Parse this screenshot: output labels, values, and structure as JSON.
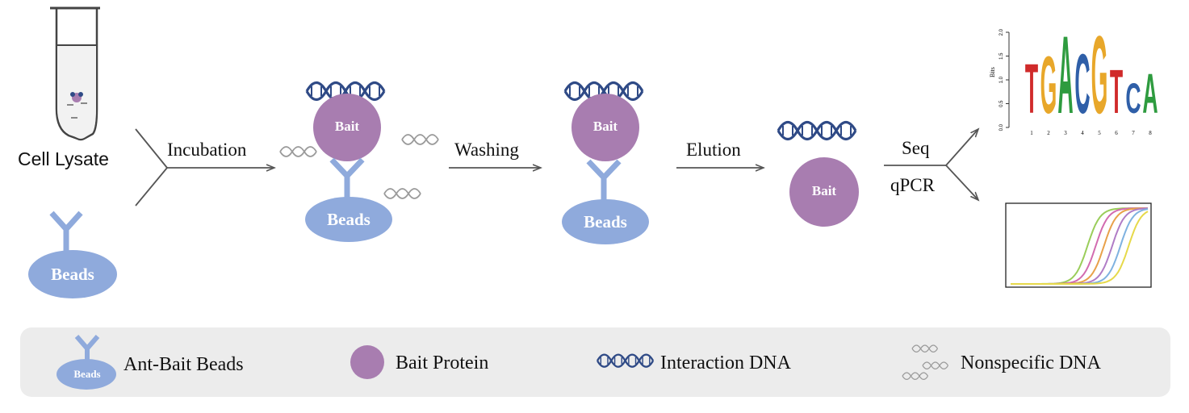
{
  "labels": {
    "cell_lysate": "Cell Lysate",
    "beads": "Beads",
    "bait": "Bait",
    "incubation": "Incubation",
    "washing": "Washing",
    "elution": "Elution",
    "seq": "Seq",
    "qpcr": "qPCR"
  },
  "legend": {
    "anti_bait_beads": "Ant-Bait Beads",
    "bait_protein": "Bait Protein",
    "interaction_dna": "Interaction DNA",
    "nonspecific_dna": "Nonspecific DNA"
  },
  "motif": {
    "y_ticks": [
      "0.0",
      "0.5",
      "1.0",
      "1.5",
      "2.0"
    ],
    "y_label": "Bits",
    "positions": [
      "1",
      "2",
      "3",
      "4",
      "5",
      "6",
      "7",
      "8"
    ],
    "letters": [
      "T",
      "G",
      "A",
      "C",
      "G",
      "T",
      "C",
      "A"
    ]
  },
  "colors": {
    "beads": "#8faadc",
    "bait": "#a87db0",
    "interaction_dna": "#2f4a86",
    "nonspecific_dna": "#9a9a9a",
    "arrow": "#555555",
    "legend_bg": "#ececec",
    "qpcr_curves": [
      "#9acd5a",
      "#d26bb0",
      "#e8a14a",
      "#b07cc6",
      "#7fb2e0",
      "#e6d94a"
    ]
  }
}
